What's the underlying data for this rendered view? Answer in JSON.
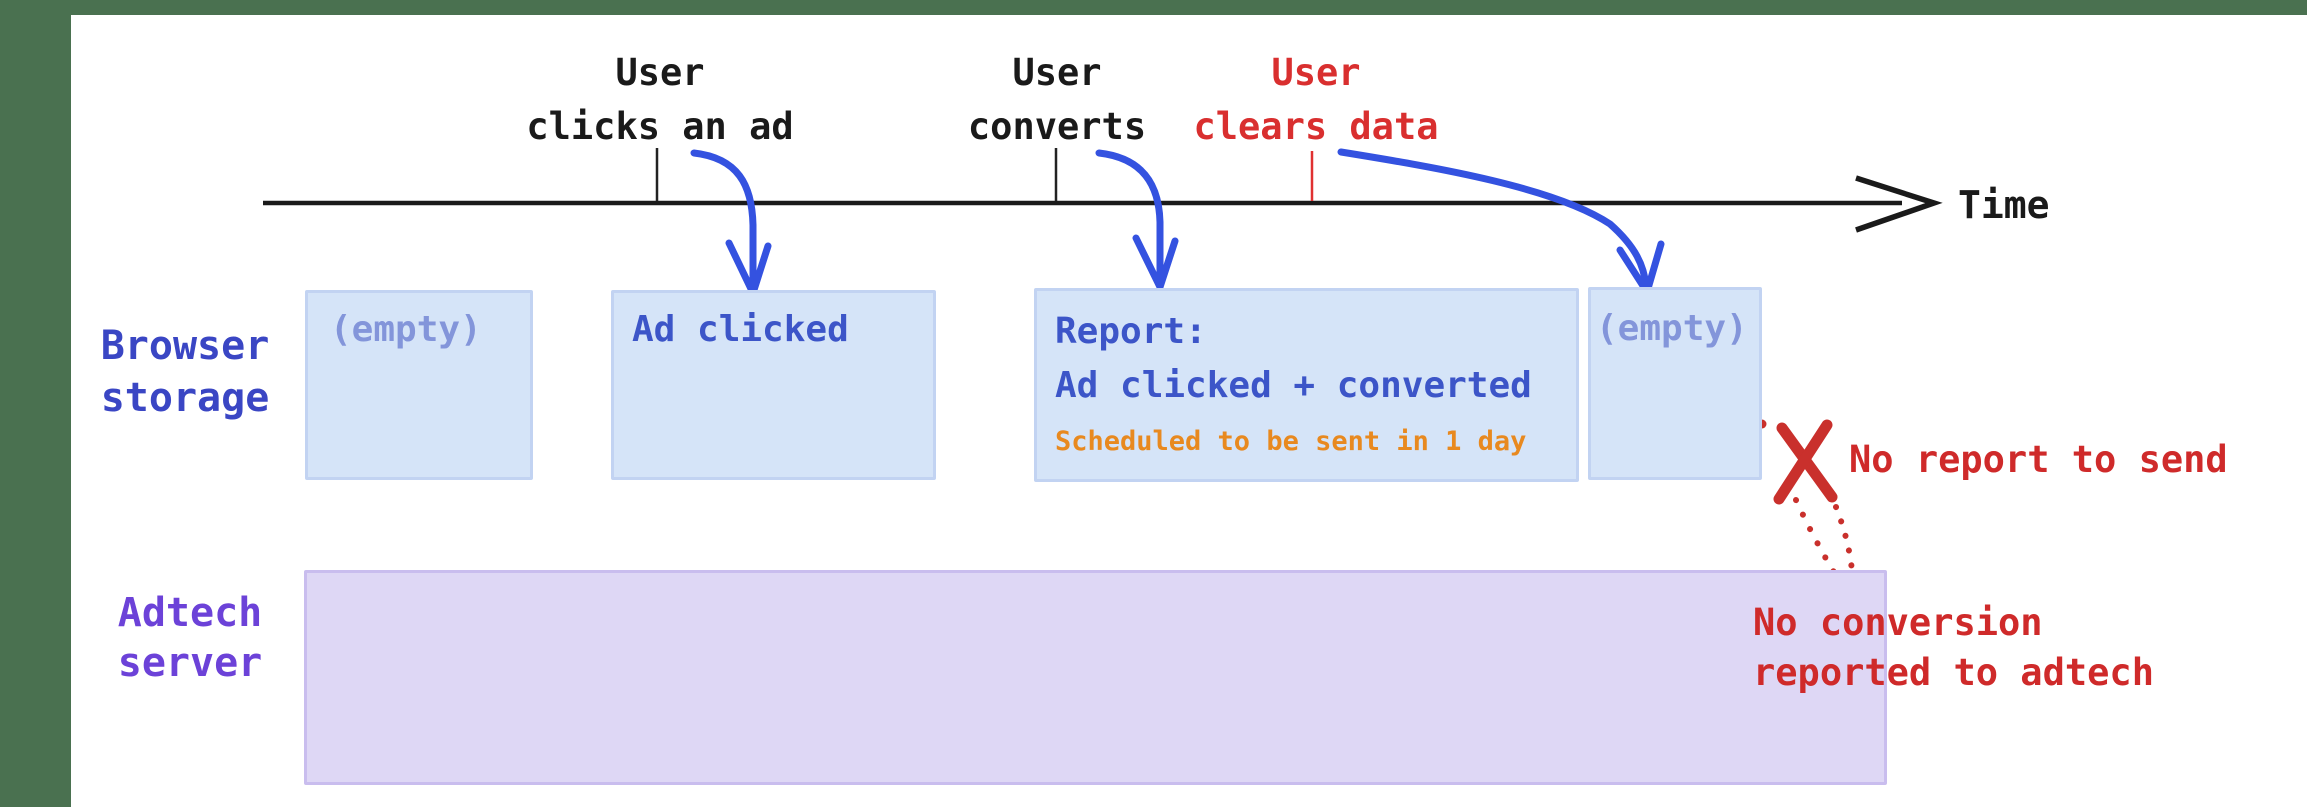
{
  "colors": {
    "frame_green": "#4a7150",
    "canvas_bg": "#ffffff",
    "timeline_black": "#1a1a1a",
    "arrow_blue": "#3452e0",
    "event_red": "#d92f2f",
    "storage_box_fill": "#d5e4f8",
    "storage_box_border": "#c2d3f2",
    "storage_text_blue": "#3c55c8",
    "empty_text_blue": "#8395da",
    "note_orange": "#e8891f",
    "browser_label_blue": "#3a46c4",
    "adtech_label_purple": "#6c42d8",
    "server_box_fill": "#ded7f5",
    "server_box_border": "#c9bdee",
    "annotation_red": "#cf2a2a"
  },
  "timeline": {
    "label": "Time"
  },
  "events": [
    {
      "line1": "User",
      "line2": "clicks an ad"
    },
    {
      "line1": "User",
      "line2": "converts"
    },
    {
      "line1": "User",
      "line2": "clears data"
    }
  ],
  "browser_storage": {
    "label_line1": "Browser",
    "label_line2": "storage",
    "boxes": [
      {
        "text": "(empty)"
      },
      {
        "text": "Ad clicked"
      },
      {
        "title": "Report:",
        "subtitle": "Ad clicked + converted",
        "note": "Scheduled to be sent in 1 day"
      },
      {
        "text": "(empty)"
      }
    ]
  },
  "adtech_server": {
    "label_line1": "Adtech",
    "label_line2": "server"
  },
  "annotations": {
    "no_report": "No report to send",
    "no_conversion_line1": "No conversion",
    "no_conversion_line2": "reported to adtech"
  }
}
